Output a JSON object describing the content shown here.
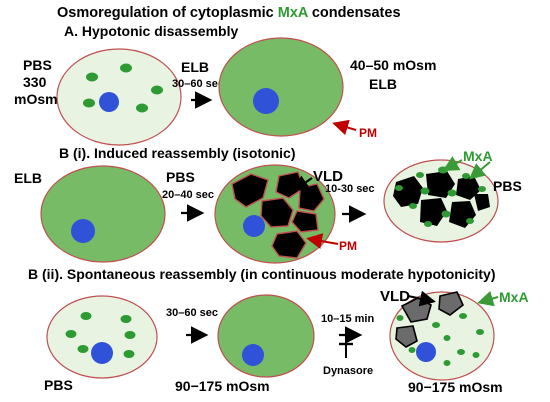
{
  "title": {
    "prefix": "Osmoregulation of cytoplasmic ",
    "highlight": "MxA",
    "suffix": " condensates"
  },
  "section_a": {
    "heading": "A. Hypotonic disassembly",
    "left_label_1": "PBS",
    "left_label_2": "330",
    "left_label_3": "mOsm",
    "arrow_label": "ELB",
    "arrow_time": "30–60 sec",
    "right_label_1": "40–50 mOsm",
    "right_label_2": "ELB",
    "pm_label": "PM"
  },
  "section_bi": {
    "heading": "B (i). Induced reassembly (isotonic)",
    "left_label": "ELB",
    "arrow1_label": "PBS",
    "arrow1_time": "20–40 sec",
    "vld_label": "VLD",
    "arrow2_time": "10-30 sec",
    "pm_label": "PM",
    "mxa_label": "MxA",
    "right_label": "PBS"
  },
  "section_bii": {
    "heading": "B (ii). Spontaneous reassembly (in continuous moderate hypotonicity)",
    "left_label": "PBS",
    "arrow1_time": "30–60 sec",
    "middle_label": "90−175 mOsm",
    "vld_label": "VLD",
    "mxa_label": "MxA",
    "arrow2_time": "10–15 min",
    "inhibitor_label": "Dynasore",
    "right_label": "90−175 mOsm"
  },
  "colors": {
    "cell_fill_light": "#e8f4e1",
    "cell_fill_dark": "#77bb66",
    "cell_border": "#c05050",
    "nucleus": "#2f52d9",
    "condensate": "#2e9a33",
    "vld_black": "#000000",
    "vld_gray": "#6b6b6b",
    "pm_arrow": "#c00000",
    "mxa_arrow": "#3a9a35"
  }
}
